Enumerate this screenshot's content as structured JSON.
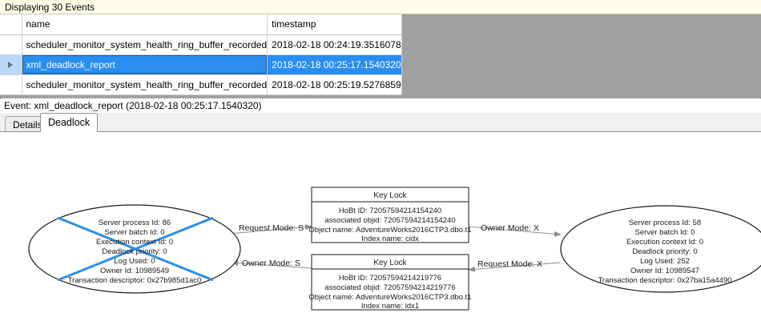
{
  "banner": {
    "text": "Displaying 30 Events"
  },
  "grid": {
    "columns": [
      "",
      "name",
      "timestamp"
    ],
    "rows": [
      {
        "selector": "",
        "name": "scheduler_monitor_system_health_ring_buffer_recorded",
        "timestamp": "2018-02-18 00:24:19.3516078",
        "selected": false
      },
      {
        "selector": "row-arrow",
        "name": "xml_deadlock_report",
        "timestamp": "2018-02-18 00:25:17.1540320",
        "selected": true
      },
      {
        "selector": "",
        "name": "scheduler_monitor_system_health_ring_buffer_recorded",
        "timestamp": "2018-02-18 00:25:19.5276859",
        "selected": false
      }
    ]
  },
  "event_label": {
    "text": "Event: xml_deadlock_report (2018-02-18 00:25:17.1540320)"
  },
  "tabs": [
    {
      "label": "Details",
      "active": false
    },
    {
      "label": "Deadlock",
      "active": true
    }
  ],
  "graph": {
    "processes": [
      {
        "id": "left-process",
        "victim": true,
        "lines": [
          "Server process Id: 86",
          "Server batch Id: 0",
          "Execution context Id: 0",
          "Deadlock priority: 0",
          "Log Used: 0",
          "Owner Id: 10989549",
          "Transaction descriptor: 0x27b985d1ac0"
        ]
      },
      {
        "id": "right-process",
        "victim": false,
        "lines": [
          "Server process Id: 58",
          "Server batch Id: 0",
          "Execution context Id: 0",
          "Deadlock priority: 0",
          "Log Used: 252",
          "Owner Id: 10989547",
          "Transaction descriptor: 0x27ba15a4490"
        ]
      }
    ],
    "locks": [
      {
        "id": "top-lock",
        "title": "Key Lock",
        "lines": [
          "HoBt ID: 72057594214154240",
          "associated objid: 72057594214154240",
          "Object name: AdventureWorks2016CTP3.dbo.t1",
          "Index name: cidx"
        ]
      },
      {
        "id": "bottom-lock",
        "title": "Key Lock",
        "lines": [
          "HoBt ID: 72057594214219776",
          "associated objid: 72057594214219776",
          "Object name: AdventureWorks2016CTP3.dbo.t1",
          "Index name: idx1"
        ]
      }
    ],
    "edges": [
      {
        "id": "edge-left-request",
        "label": "Request Mode: S"
      },
      {
        "id": "edge-right-owner",
        "label": "Owner Mode: X"
      },
      {
        "id": "edge-left-owner",
        "label": "Owner Mode: S"
      },
      {
        "id": "edge-right-request",
        "label": "Request Mode: X"
      }
    ]
  },
  "colors": {
    "banner_bg": "#fdfde7",
    "selection_blue": "#2a8ef0",
    "victim_cross": "#2f8fe8",
    "grid_filler": "#a0a0a0"
  }
}
